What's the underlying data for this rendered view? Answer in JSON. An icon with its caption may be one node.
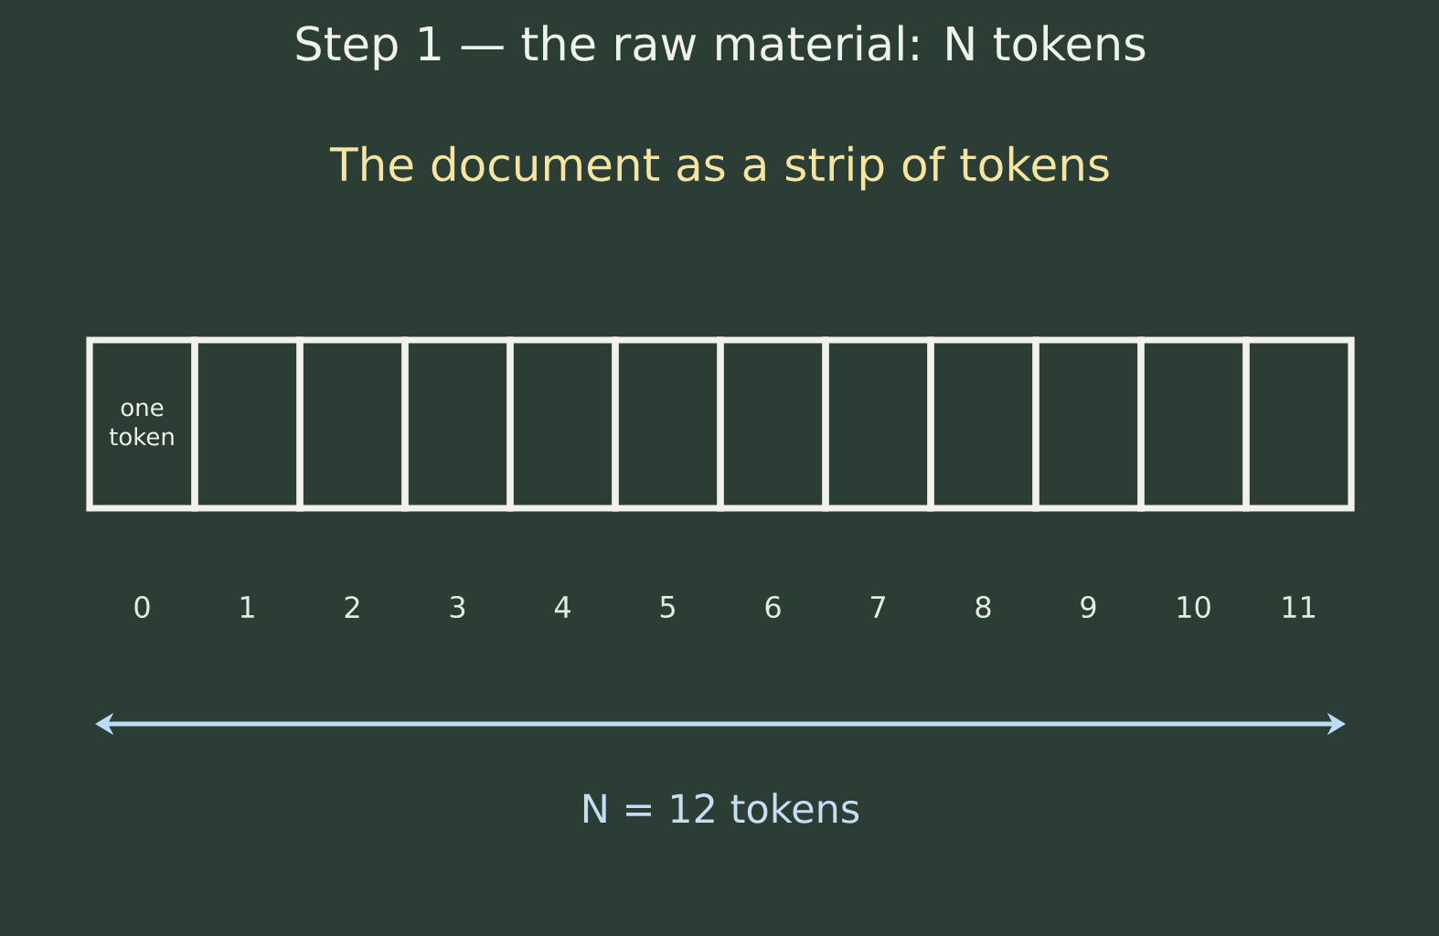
{
  "diagram": {
    "title": "Step 1 — the raw material: N tokens",
    "nodes": [
      {
        "text": [
          "one token"
        ],
        "beside": [
          "0"
        ]
      },
      {
        "text": [],
        "shape": "box",
        "beside": [
          "1"
        ]
      },
      {
        "text": [],
        "shape": "box",
        "beside": [
          "2"
        ]
      },
      {
        "text": [],
        "shape": "box",
        "beside": [
          "3"
        ]
      },
      {
        "text": [],
        "shape": "box",
        "beside": [
          "4"
        ]
      },
      {
        "text": [],
        "shape": "box",
        "beside": [
          "5"
        ]
      },
      {
        "text": [],
        "shape": "box",
        "beside": [
          "6"
        ]
      },
      {
        "text": [],
        "shape": "box",
        "beside": [
          "7"
        ]
      },
      {
        "text": [],
        "shape": "box",
        "beside": [
          "8"
        ]
      },
      {
        "text": [],
        "shape": "box",
        "beside": [
          "9"
        ]
      },
      {
        "text": [],
        "shape": "box",
        "beside": [
          "10"
        ]
      },
      {
        "text": [],
        "shape": "box",
        "beside": [
          "11"
        ]
      }
    ],
    "labels": [
      "The document as a strip of tokens",
      "N = 12 tokens"
    ]
  }
}
